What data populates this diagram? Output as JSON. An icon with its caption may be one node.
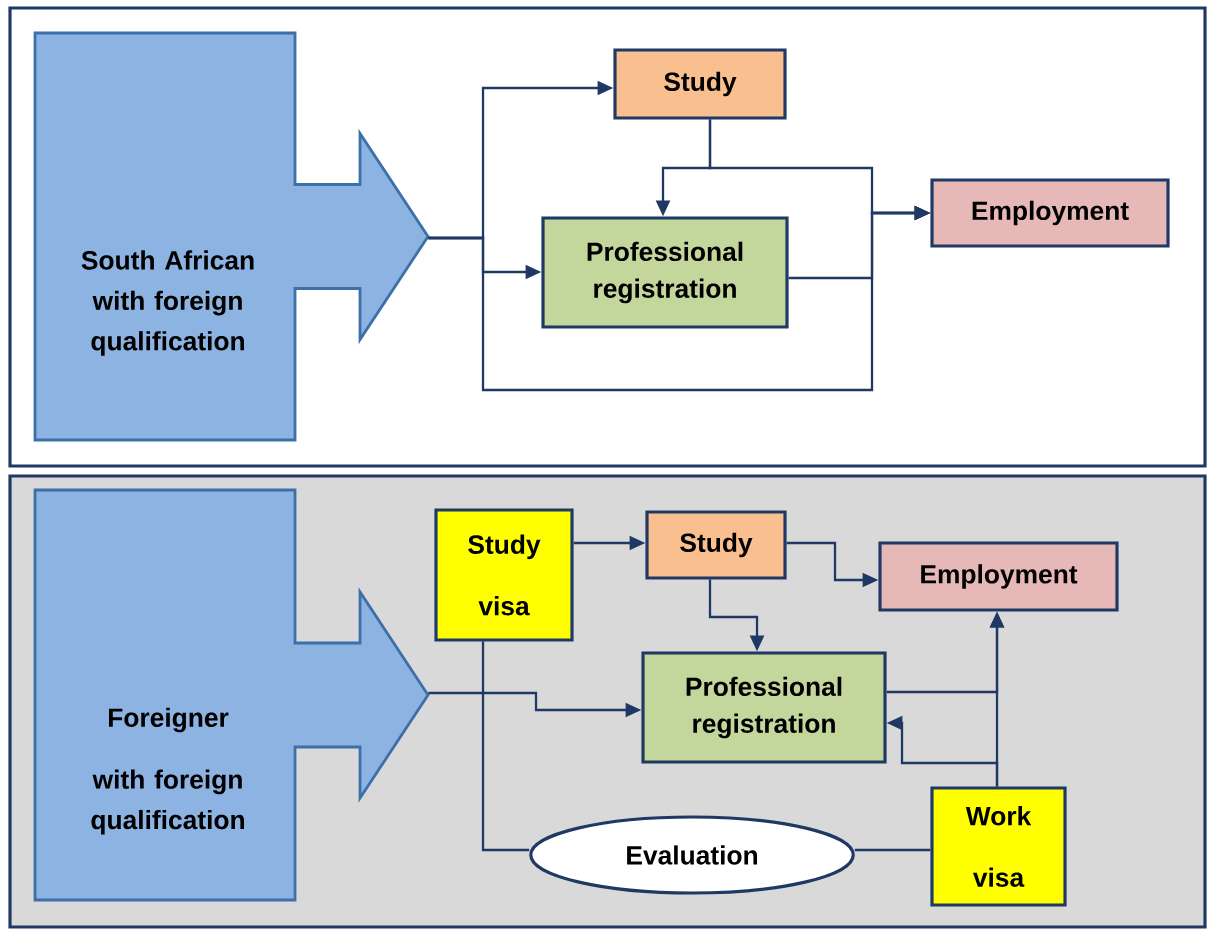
{
  "diagram": {
    "nodes": [
      {
        "text": [],
        "shape": "box"
      },
      {
        "text": [
          "South African with foreign qualification"
        ],
        "in": 0
      },
      {
        "text": [
          "Study"
        ],
        "in": 0
      },
      {
        "text": [
          "Professional registration"
        ],
        "in": 0
      },
      {
        "text": [
          "Employment"
        ],
        "in": 0
      },
      {
        "text": [],
        "shape": "box"
      },
      {
        "text": [
          "Foreigner",
          "with foreign qualification"
        ],
        "in": 5
      },
      {
        "text": [
          "Study visa"
        ],
        "in": 5
      },
      {
        "text": [
          "Study"
        ],
        "in": 5
      },
      {
        "text": [
          "Professional registration"
        ],
        "in": 5
      },
      {
        "text": [
          "Employment"
        ],
        "in": 5
      },
      {
        "text": [
          "Evaluation"
        ],
        "in": 5
      },
      {
        "text": [
          "Work visa"
        ],
        "in": 5
      }
    ],
    "edges": [
      {
        "from": 1,
        "to": 2,
        "arrow": "to"
      },
      {
        "from": 1,
        "to": 3,
        "arrow": "to"
      },
      {
        "from": 1,
        "to": 4,
        "arrow": "to"
      },
      {
        "from": 2,
        "to": 3,
        "arrow": "to"
      },
      {
        "from": 2,
        "to": 4,
        "arrow": "to"
      },
      {
        "from": 3,
        "to": 4,
        "arrow": "to"
      },
      {
        "from": 6,
        "to": 9,
        "arrow": "to"
      },
      {
        "from": 7,
        "to": 8,
        "arrow": "to"
      },
      {
        "from": 8,
        "to": 10,
        "arrow": "to"
      },
      {
        "from": 8,
        "to": 9,
        "arrow": "to"
      },
      {
        "from": 7,
        "to": 11,
        "arrow": "none"
      },
      {
        "from": 11,
        "to": 12,
        "arrow": "none"
      },
      {
        "from": 12,
        "to": 10,
        "arrow": "to"
      },
      {
        "from": 12,
        "to": 9,
        "arrow": "to"
      },
      {
        "from": 9,
        "to": 10,
        "arrow": "to"
      }
    ]
  }
}
